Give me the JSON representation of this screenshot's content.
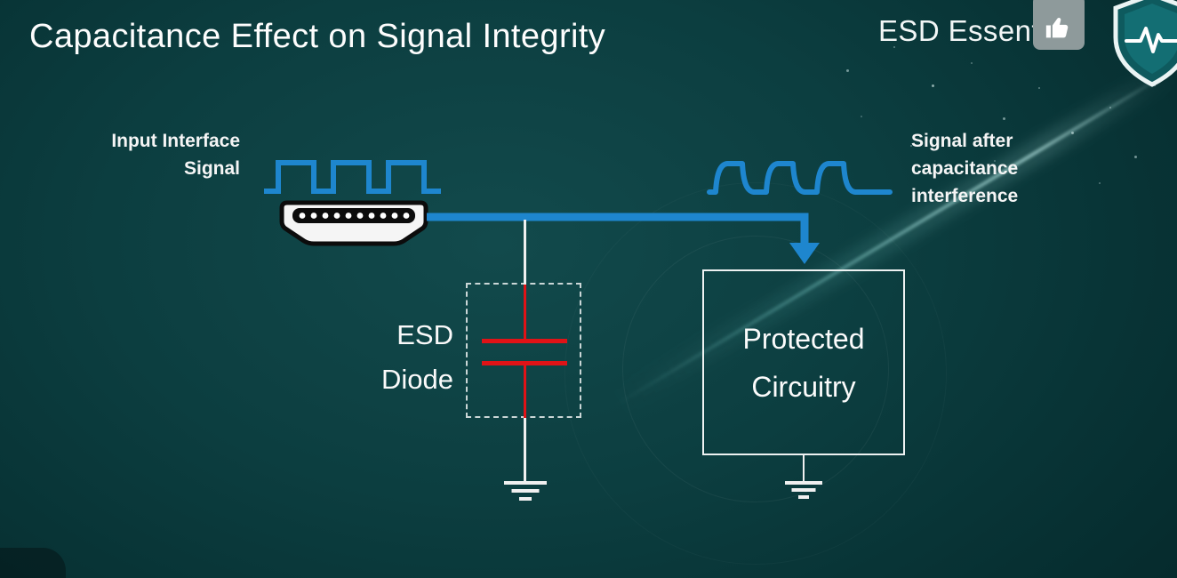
{
  "slide": {
    "title": "Capacitance Effect on Signal Integrity",
    "brand": "ESD Essentials"
  },
  "diagram": {
    "input_label": {
      "line1": "Input Interface",
      "line2": "Signal"
    },
    "esd_label": {
      "line1": "ESD",
      "line2": "Diode"
    },
    "protected_box": {
      "line1": "Protected",
      "line2": "Circuitry"
    },
    "output_label": {
      "line1": "Signal after",
      "line2": "capacitance",
      "line3": "interference"
    }
  },
  "icons": {
    "hdmi_connector": "hdmi-plug front view with pin row",
    "shield_logo": "shield with heartbeat line",
    "thumbs_up": "thumbs-up in gray rounded square",
    "ground_symbol": "three-bar earth ground",
    "arrow": "blue arrowhead into protected circuitry"
  },
  "colors": {
    "signal_blue": "#1e86ce",
    "capacitor_red": "#e01317",
    "wire_white": "#f0f0f0",
    "background_teal": "#0c3e40"
  }
}
